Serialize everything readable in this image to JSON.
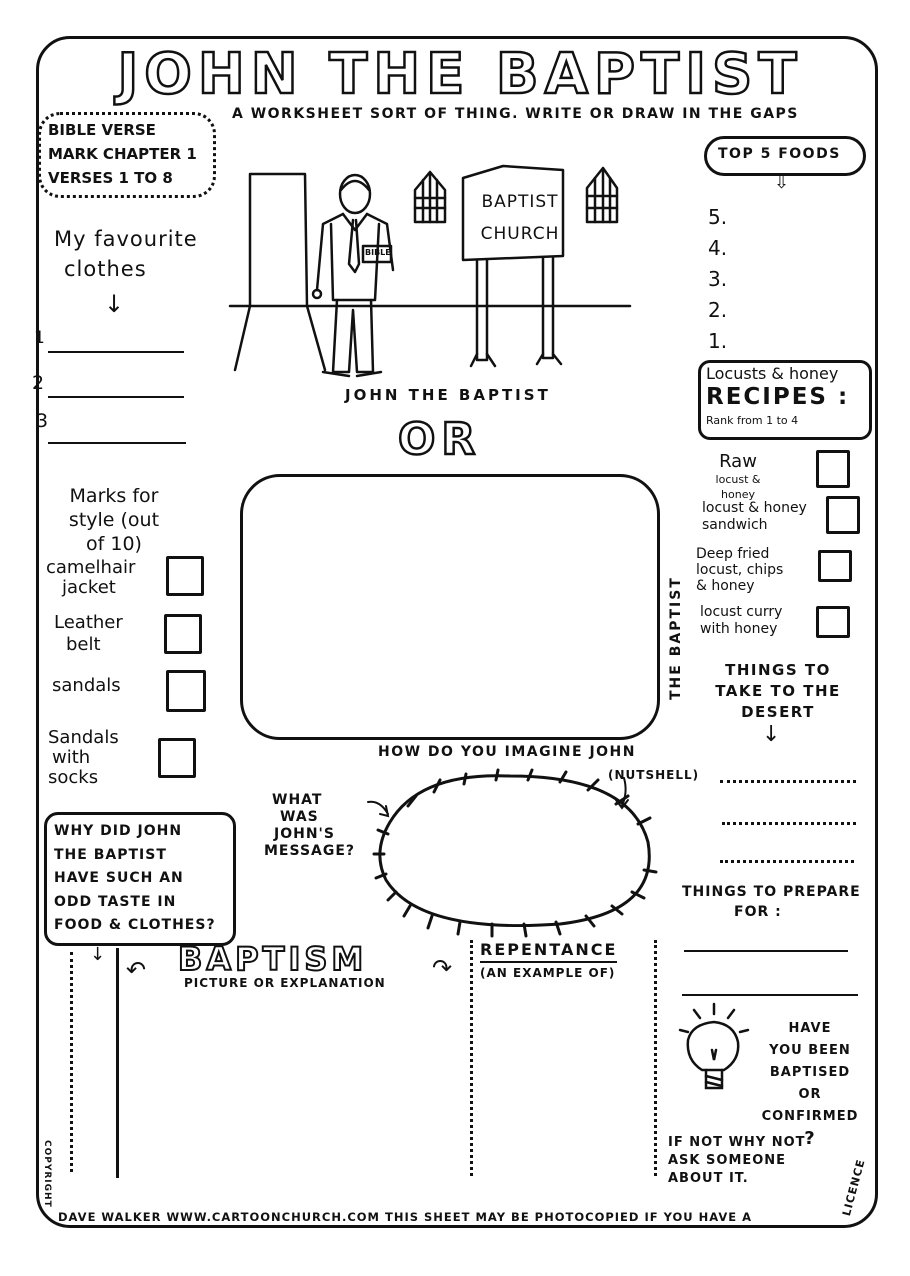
{
  "title": "JOHN THE BAPTIST",
  "subtitle": "A WORKSHEET SORT OF THING. WRITE OR DRAW IN THE GAPS",
  "bible_verse": [
    "BIBLE VERSE",
    "MARK CHAPTER 1",
    "VERSES 1 TO 8"
  ],
  "clothes": {
    "heading": [
      "My favourite",
      "clothes"
    ],
    "arrow": "↓",
    "numbers": [
      "1",
      "2",
      "3"
    ]
  },
  "scene": {
    "bible_label": "BIBLE",
    "church_sign": [
      "BAPTIST",
      "CHURCH"
    ],
    "caption": "JOHN THE BAPTIST"
  },
  "or_label": "OR",
  "imagine": {
    "bottom": "HOW DO YOU IMAGINE JOHN",
    "side": "THE BAPTIST"
  },
  "top_foods": {
    "heading": "TOP 5 FOODS",
    "ranks": [
      "5.",
      "4.",
      "3.",
      "2.",
      "1."
    ]
  },
  "recipes": {
    "heading": [
      "Locusts & honey",
      "RECIPES :",
      "Rank from 1 to 4"
    ],
    "items": [
      [
        "Raw",
        "locust & honey"
      ],
      [
        "locust & honey",
        "sandwich"
      ],
      [
        "Deep fried",
        "locust, chips",
        "& honey"
      ],
      [
        "locust curry",
        "with honey"
      ]
    ]
  },
  "style_marks": {
    "heading": [
      "Marks for",
      "style (out",
      "of 10)"
    ],
    "items": [
      [
        "camelhair",
        "jacket"
      ],
      [
        "Leather",
        "belt"
      ],
      [
        "sandals"
      ],
      [
        "Sandals",
        "with",
        "socks"
      ]
    ]
  },
  "desert": {
    "heading": [
      "THINGS TO",
      "TAKE TO THE",
      "DESERT"
    ],
    "arrow": "↓"
  },
  "message": {
    "question": [
      "WHAT",
      "WAS",
      "JOHN'S",
      "MESSAGE?"
    ],
    "nutshell": "(NUTSHELL)"
  },
  "odd_taste": [
    "WHY DID JOHN",
    "THE BAPTIST",
    "HAVE SUCH AN",
    "ODD TASTE IN",
    "FOOD & CLOTHES?"
  ],
  "prepare": [
    "THINGS TO PREPARE",
    "FOR :"
  ],
  "baptism": {
    "heading": "BAPTISM",
    "sub": "PICTURE OR EXPLANATION"
  },
  "repentance": {
    "heading": "REPENTANCE",
    "sub": "(AN EXAMPLE OF)"
  },
  "baptised": [
    "HAVE",
    "YOU BEEN",
    "BAPTISED",
    "OR CONFIRMED",
    "?"
  ],
  "if_not": [
    "IF NOT WHY NOT",
    "ASK SOMEONE",
    "ABOUT IT."
  ],
  "footer": {
    "left": "COPYRIGHT",
    "text": "DAVE WALKER WWW.CARTOONCHURCH.COM THIS SHEET MAY BE PHOTOCOPIED IF YOU HAVE A",
    "right": "LICENCE"
  }
}
